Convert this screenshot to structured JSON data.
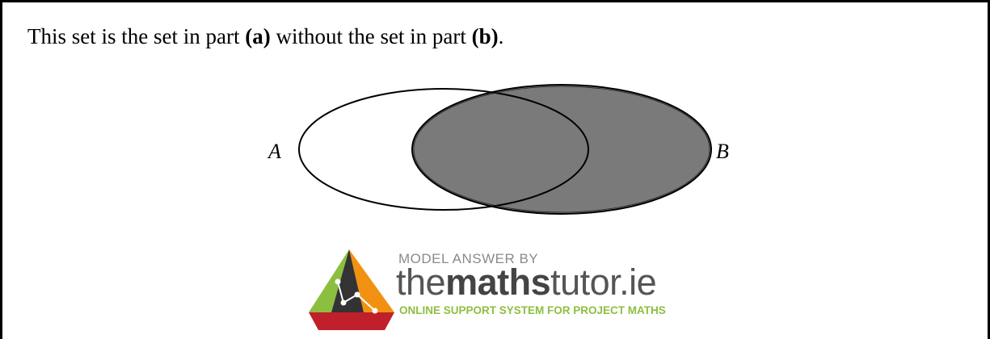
{
  "statement": {
    "part1": "This set is the set in part ",
    "bold1": "(a)",
    "part2": " without the set in part ",
    "bold2": "(b)",
    "part3": "."
  },
  "venn": {
    "label_a": "A",
    "label_b": "B",
    "shaded_region": "B",
    "shade_color": "#7a7a7a",
    "outline_color": "#000000"
  },
  "logo": {
    "model_answer": "MODEL ANSWER BY",
    "word_the": "the",
    "word_maths": "maths",
    "word_tutor": "tutor.ie",
    "tagline": "ONLINE SUPPORT SYSTEM FOR PROJECT MATHS",
    "colors": {
      "orange": "#f29111",
      "green": "#8cbf3f",
      "red": "#c0202a",
      "dark": "#333333"
    }
  }
}
